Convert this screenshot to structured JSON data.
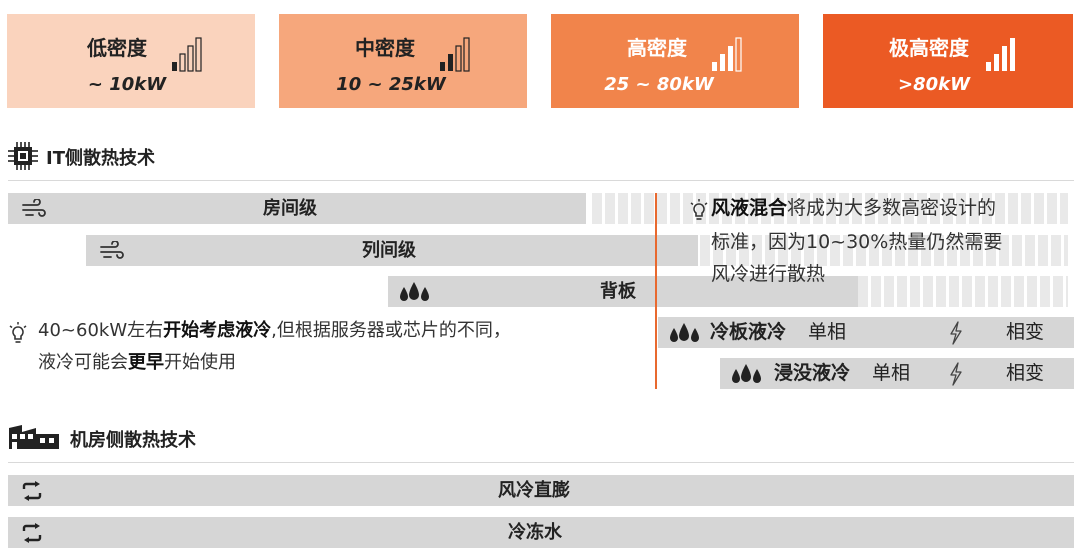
{
  "density_cards": [
    {
      "name": "低密度",
      "range": "~ 10kW",
      "bg": "#fad3bd",
      "text_color": "#222222",
      "bars_filled": 1
    },
    {
      "name": "中密度",
      "range": "10 ~ 25kW",
      "bg": "#f6a77c",
      "text_color": "#222222",
      "bars_filled": 2
    },
    {
      "name": "高密度",
      "range": "25 ~ 80kW",
      "bg": "#f1844b",
      "text_color": "#ffffff",
      "bars_filled": 3
    },
    {
      "name": "极高密度",
      "range": ">80kW",
      "bg": "#eb5a24",
      "text_color": "#ffffff",
      "bars_filled": 4
    }
  ],
  "it_section": {
    "title": "IT侧散热技术",
    "icon": "chip-icon",
    "rows": [
      {
        "label": "房间级",
        "icon": "wind-icon"
      },
      {
        "label": "列间级",
        "icon": "wind-icon"
      },
      {
        "label": "背板",
        "icon": "liquid-drops-icon"
      }
    ],
    "callout": {
      "icon": "lightbulb-icon",
      "bold": "风液混合",
      "line1_rest": "将成为大多数高密设计的",
      "line2": "标准，因为10~30%热量仍然需要",
      "line3": "风冷进行散热"
    },
    "left_note": {
      "icon": "lightbulb-icon",
      "line1_a": "40~60kW左右",
      "line1_bold": "开始考虑液冷",
      "line1_c": ",但根据服务器或芯片的不同，",
      "line2_a": "液冷可能会",
      "line2_bold": "更早",
      "line2_c": "开始使用"
    },
    "liquid_rows": [
      {
        "label": "冷板液冷",
        "single": "单相",
        "phase": "相变",
        "icon": "liquid-drops-icon"
      },
      {
        "label": "浸没液冷",
        "single": "单相",
        "phase": "相变",
        "icon": "liquid-drops-icon"
      }
    ]
  },
  "room_section": {
    "title": "机房侧散热技术",
    "icon": "building-icon",
    "rows": [
      {
        "label": "风冷直膨",
        "icon": "cycle-arrows-icon"
      },
      {
        "label": "冷冻水",
        "icon": "cycle-arrows-icon"
      }
    ]
  },
  "colors": {
    "accent": "#eb5a24",
    "bar": "#d6d6d6",
    "divider": "#e8692f"
  }
}
